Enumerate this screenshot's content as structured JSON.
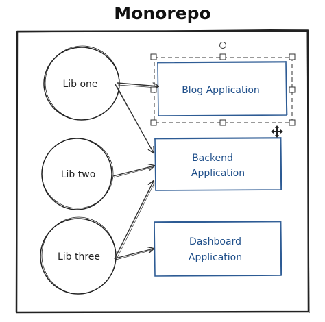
{
  "diagram": {
    "title": "Monorepo",
    "libraries": [
      {
        "label": "Lib one"
      },
      {
        "label": "Lib two"
      },
      {
        "label": "Lib three"
      }
    ],
    "applications": [
      {
        "lines": [
          "Blog Application"
        ],
        "selected": true
      },
      {
        "lines": [
          "Backend",
          "Application"
        ],
        "selected": false
      },
      {
        "lines": [
          "Dashboard",
          "Application"
        ],
        "selected": false
      }
    ],
    "edges": [
      {
        "from": "Lib one",
        "to": "Blog Application"
      },
      {
        "from": "Lib one",
        "to": "Backend Application"
      },
      {
        "from": "Lib two",
        "to": "Backend Application"
      },
      {
        "from": "Lib three",
        "to": "Backend Application"
      },
      {
        "from": "Lib three",
        "to": "Dashboard Application"
      }
    ],
    "colors": {
      "stroke": "#222222",
      "app_stroke": "#2d5b94",
      "app_text": "#1f4f8a",
      "selection": "#333333"
    }
  }
}
